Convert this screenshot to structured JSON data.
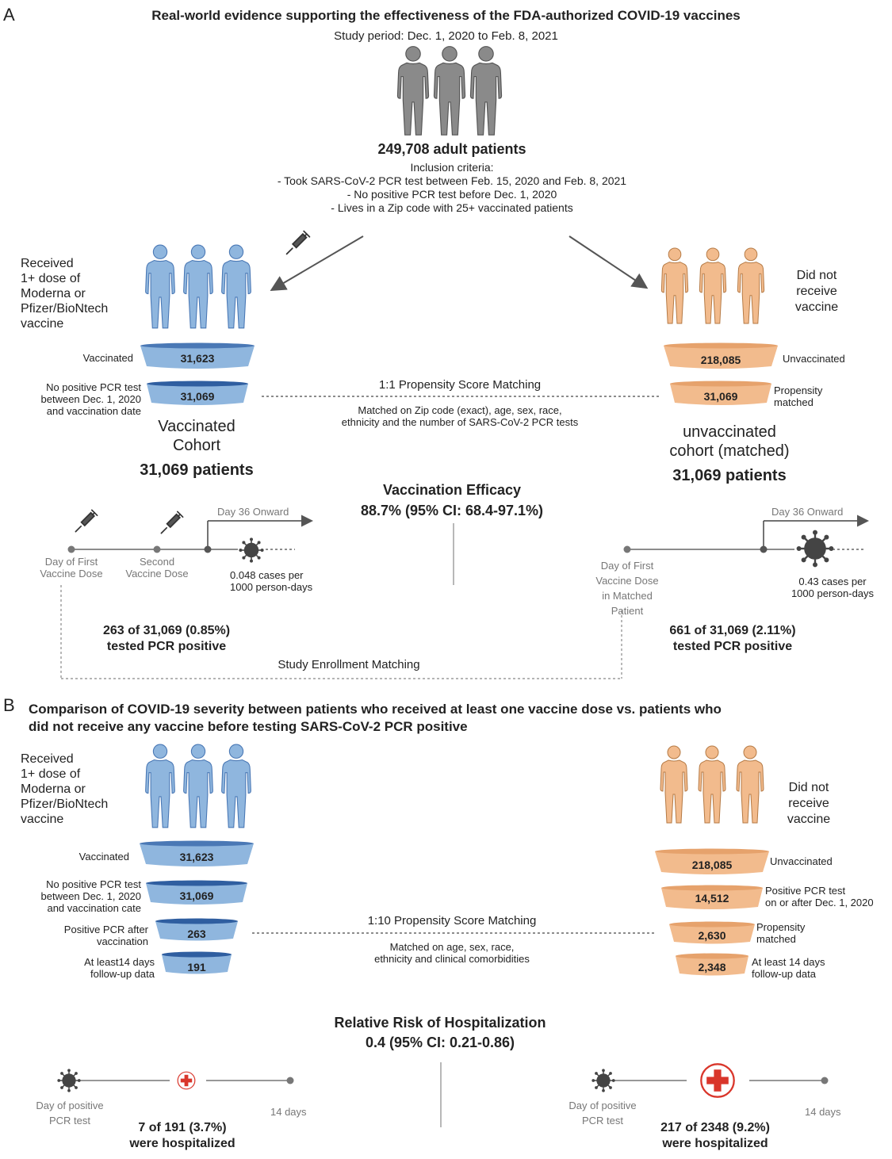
{
  "panel_a": {
    "letter": "A",
    "title": "Real-world evidence supporting the effectiveness of the FDA-authorized COVID-19 vaccines",
    "study_period": "Study period: Dec. 1, 2020 to Feb. 8, 2021",
    "total_patients": "249,708 adult patients",
    "inclusion_heading": "Inclusion criteria:",
    "criteria": [
      "- Took SARS-CoV-2 PCR test between Feb. 15, 2020 and Feb. 8, 2021",
      "- No positive PCR test before Dec. 1, 2020",
      "- Lives in a Zip code with 25+ vaccinated patients"
    ],
    "left_group_lines": [
      "Received",
      "1+ dose of",
      "Moderna or",
      "Pfizer/BioNtech",
      "vaccine"
    ],
    "right_group_lines": [
      "Did not",
      "receive",
      "vaccine"
    ],
    "left_funnel": [
      {
        "label": "Vaccinated",
        "value": "31,623"
      },
      {
        "label_lines": [
          "No positive PCR test",
          "between Dec. 1, 2020",
          "and vaccination date"
        ],
        "value": "31,069"
      }
    ],
    "right_funnel": [
      {
        "label": "Unvaccinated",
        "value": "218,085"
      },
      {
        "label_lines": [
          "Propensity",
          "matched"
        ],
        "value": "31,069"
      }
    ],
    "matching_title": "1:1 Propensity Score Matching",
    "matching_desc": [
      "Matched on Zip code (exact), age, sex, race,",
      "ethnicity and the number of SARS-CoV-2 PCR tests"
    ],
    "vacc_cohort_lines": [
      "Vaccinated",
      "Cohort"
    ],
    "vacc_cohort_count": "31,069 patients",
    "unvacc_cohort_lines": [
      "unvaccinated",
      "cohort (matched)"
    ],
    "unvacc_cohort_count": "31,069 patients",
    "efficacy_title": "Vaccination Efficacy",
    "efficacy_value": "88.7% (95% CI: 68.4-97.1%)",
    "left_timeline": {
      "day36": "Day 36 Onward",
      "first_dose": [
        "Day of First",
        "Vaccine Dose"
      ],
      "second_dose": [
        "Second",
        "Vaccine Dose"
      ],
      "rate": [
        "0.048 cases per",
        "1000 person-days"
      ],
      "result": [
        "263 of 31,069 (0.85%)",
        "tested PCR positive"
      ]
    },
    "right_timeline": {
      "day36": "Day 36 Onward",
      "first_dose": [
        "Day of First",
        "Vaccine Dose",
        "in Matched",
        "Patient"
      ],
      "rate": [
        "0.43 cases per",
        "1000 person-days"
      ],
      "result": [
        "661 of 31,069 (2.11%)",
        "tested PCR positive"
      ]
    },
    "enrollment_matching": "Study Enrollment Matching"
  },
  "panel_b": {
    "letter": "B",
    "title_lines": [
      "Comparison of COVID-19 severity between patients who received at least one vaccine dose vs. patients who",
      "did not receive any vaccine before testing SARS-CoV-2 PCR positive"
    ],
    "left_group_lines": [
      "Received",
      "1+ dose of",
      "Moderna or",
      "Pfizer/BioNtech",
      "vaccine"
    ],
    "right_group_lines": [
      "Did not",
      "receive",
      "vaccine"
    ],
    "left_funnel": [
      {
        "label_lines": [
          "Vaccinated"
        ],
        "value": "31,623"
      },
      {
        "label_lines": [
          "No positive PCR test",
          "between Dec. 1, 2020",
          "and vaccination cate"
        ],
        "value": "31,069"
      },
      {
        "label_lines": [
          "Positive PCR after",
          "vaccination"
        ],
        "value": "263"
      },
      {
        "label_lines": [
          "At least14 days",
          "follow-up data"
        ],
        "value": "191"
      }
    ],
    "right_funnel": [
      {
        "label_lines": [
          "Unvaccinated"
        ],
        "value": "218,085"
      },
      {
        "label_lines": [
          "Positive PCR test",
          "on or after Dec. 1, 2020"
        ],
        "value": "14,512"
      },
      {
        "label_lines": [
          "Propensity",
          "matched"
        ],
        "value": "2,630"
      },
      {
        "label_lines": [
          "At least 14 days",
          "follow-up data"
        ],
        "value": "2,348"
      }
    ],
    "matching_title": "1:10 Propensity Score Matching",
    "matching_desc": [
      "Matched on age, sex, race,",
      "ethnicity and clinical comorbidities"
    ],
    "rr_title": "Relative Risk of Hospitalization",
    "rr_value": "0.4 (95% CI: 0.21-0.86)",
    "left_timeline": {
      "start": [
        "Day of positive",
        "PCR test"
      ],
      "end": "14 days",
      "result": [
        "7 of 191 (3.7%)",
        "were hospitalized"
      ]
    },
    "right_timeline": {
      "start": [
        "Day of positive",
        "PCR test"
      ],
      "end": "14 days",
      "result": [
        "217 of 2348 (9.2%)",
        "were hospitalized"
      ]
    }
  },
  "colors": {
    "vaccinated_blue": "#8fb6de",
    "vaccinated_dark": "#4a78b5",
    "unvaccinated_orange": "#f2bb8d",
    "gray_figure": "#8a8a8a",
    "red_cross": "#d9362b"
  },
  "icons": [
    "person-icon",
    "syringe-icon",
    "virus-icon",
    "hospital-cross-icon"
  ]
}
